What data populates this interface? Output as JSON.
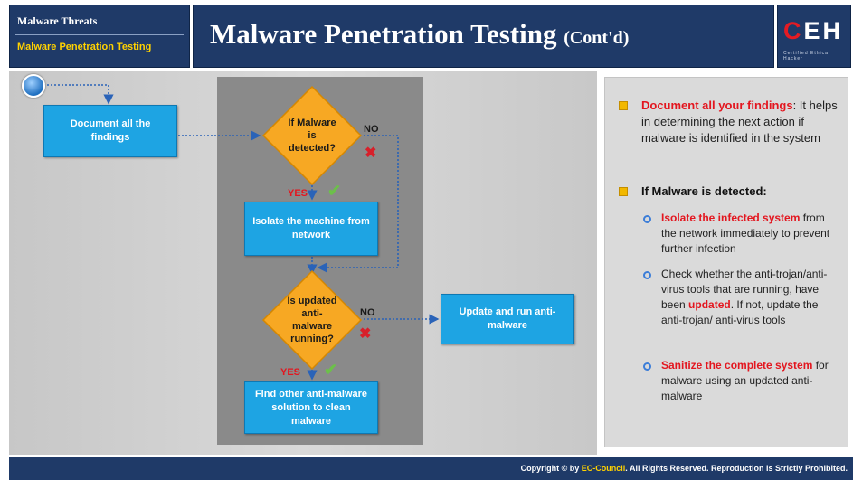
{
  "header": {
    "section_title": "Malware Threats",
    "section_subtitle": "Malware Penetration Testing",
    "title": "Malware Penetration Testing",
    "title_suffix": "(Cont'd)",
    "logo_c": "C",
    "logo_eh": "EH",
    "logo_tagline": "Certified  Ethical  Hacker"
  },
  "flow": {
    "document": "Document all the findings",
    "decision1": "If Malware is detected?",
    "decision1_no": "NO",
    "decision1_yes": "YES",
    "isolate": "Isolate the machine from network",
    "decision2": "Is updated anti-malware running?",
    "decision2_no": "NO",
    "decision2_yes": "YES",
    "update": "Update and run anti-malware",
    "find_other": "Find other anti-malware solution to clean malware"
  },
  "notes": {
    "b1_red": "Document all your findings",
    "b1_rest": ": It helps in determining the next action if malware is identified in the system",
    "b2": "If Malware is detected:",
    "s1_red": "Isolate the infected system",
    "s1_rest": " from the network immediately to prevent further infection",
    "s2_pre": "Check whether the anti-trojan/anti-virus tools that are running, have been ",
    "s2_red": "updated",
    "s2_post": ". If not, update the anti-trojan/ anti-virus tools",
    "s3_red": "Sanitize the complete system",
    "s3_rest": " for malware using an updated anti-malware"
  },
  "footer": {
    "pre": "Copyright © by ",
    "brand": "EC-Council",
    "post": ". All Rights Reserved. Reproduction is Strictly Prohibited."
  },
  "colors": {
    "navy": "#1f3a68",
    "box_blue": "#1ea4e3",
    "diamond_orange": "#f7a823",
    "highlight_red": "#e3161f",
    "bullet_yellow": "#f2b800",
    "check_green": "#6cc04a"
  },
  "icons": [
    "cross-icon",
    "check-icon",
    "square-bullet-icon",
    "circle-bullet-icon",
    "start-circle-icon"
  ]
}
